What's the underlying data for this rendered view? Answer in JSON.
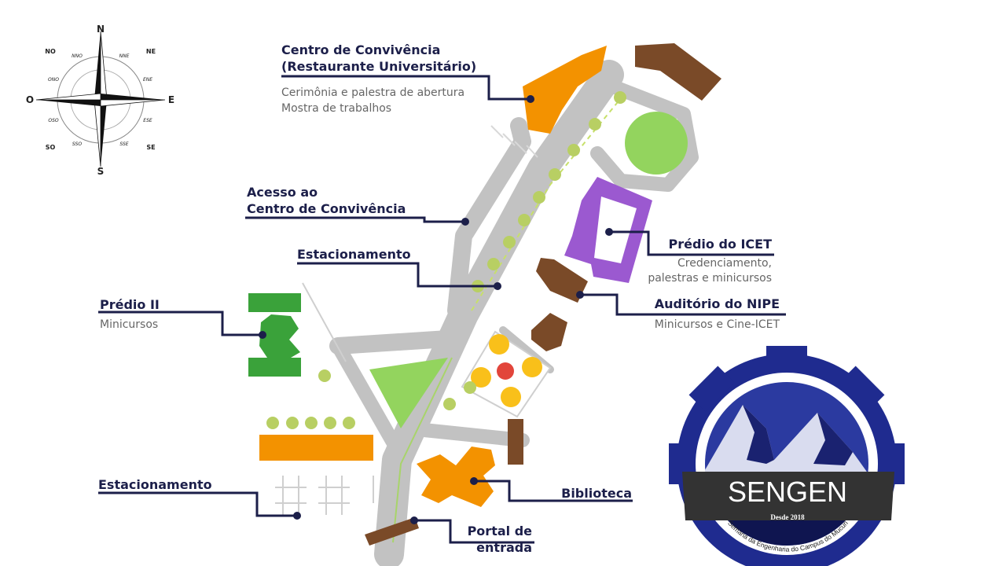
{
  "compass": {
    "north": "N",
    "south": "S",
    "east": "E",
    "west": "O",
    "ne": "NE",
    "no": "NO",
    "se": "SE",
    "so": "SO",
    "nne": "NNE",
    "nno": "NNO",
    "ene": "ENE",
    "ono": "ONO",
    "ese": "ESE",
    "oso": "OSO",
    "sse": "SSE",
    "sso": "SSO"
  },
  "locations": {
    "centro": {
      "title_line1": "Centro de Convivência",
      "title_line2": "(Restaurante Universitário)",
      "desc_line1": "Cerimônia e palestra de abertura",
      "desc_line2": "Mostra de trabalhos"
    },
    "acesso": {
      "title_line1": "Acesso ao",
      "title_line2": "Centro de Convivência"
    },
    "estacionamento_top": {
      "title": "Estacionamento"
    },
    "icet": {
      "title": "Prédio do ICET",
      "desc_line1": "Credenciamento,",
      "desc_line2": "palestras e minicursos"
    },
    "nipe": {
      "title": "Auditório do NIPE",
      "desc": "Minicursos e Cine-ICET"
    },
    "predio2": {
      "title": "Prédio II",
      "desc": "Minicursos"
    },
    "estacionamento_bottom": {
      "title": "Estacionamento"
    },
    "biblioteca": {
      "title": "Biblioteca"
    },
    "portal": {
      "title_line1": "Portal de",
      "title_line2": "entrada"
    }
  },
  "logo": {
    "name": "SENGEN",
    "since": "Desde 2018",
    "ring_text": "Semana da Engenharia do Campus do Mucuri",
    "colors": {
      "gear": "#1f2b8f",
      "banner": "#333333",
      "sky": "#2b3aa0"
    }
  },
  "colors": {
    "label_dark": "#1c1f4a",
    "road": "#bdbdbd",
    "orange": "#f39200",
    "brown": "#7a4a28",
    "purple": "#9b59d0",
    "green_bldg": "#3aa23a",
    "lawn": "#93d45e"
  }
}
